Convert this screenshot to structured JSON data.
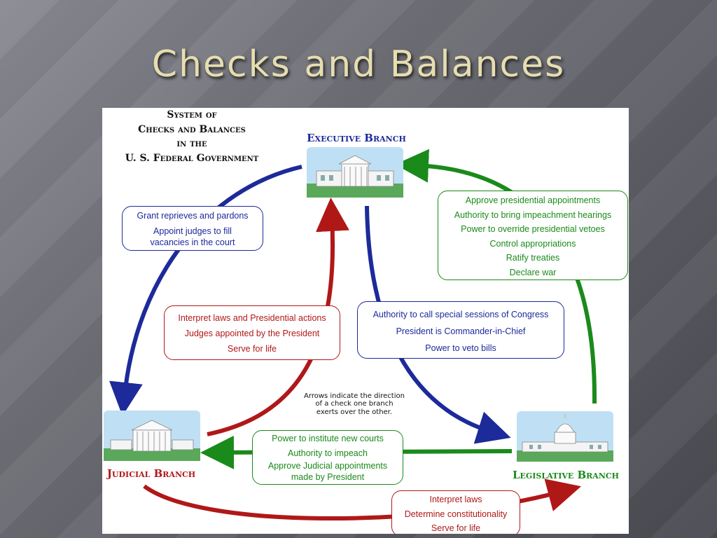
{
  "slide": {
    "title": "Checks and Balances"
  },
  "diagram": {
    "heading": [
      "System of",
      "Checks and Balances",
      "in the",
      "U. S. Federal Government"
    ],
    "branches": {
      "executive": "Executive Branch",
      "judicial": "Judicial Branch",
      "legislative": "Legislative Branch"
    },
    "note": [
      "Arrows indicate the direction",
      "of a check one branch",
      "exerts over the other."
    ],
    "exec_to_judicial": [
      "Grant reprieves and pardons",
      "Appoint judges to fill",
      "vacancies in the court"
    ],
    "judicial_to_exec": [
      "Interpret laws and Presidential actions",
      "Judges appointed by the President",
      "Serve for life"
    ],
    "exec_to_legislative": [
      "Authority to call special sessions of Congress",
      "President is Commander-in-Chief",
      "Power to veto bills"
    ],
    "legislative_to_exec": [
      "Approve presidential appointments",
      "Authority to bring impeachment hearings",
      "Power to override presidential vetoes",
      "Control appropriations",
      "Ratify treaties",
      "Declare war"
    ],
    "legislative_to_judicial": [
      "Power to institute new courts",
      "Authority to impeach",
      "Approve Judicial appointments",
      "made by President"
    ],
    "judicial_to_legislative": [
      "Interpret laws",
      "Determine constitutionality",
      "Serve for life"
    ],
    "colors": {
      "executive_checks": "#1c2a9a",
      "judicial_checks": "#b01818",
      "legislative_checks": "#1a8a1a"
    }
  }
}
